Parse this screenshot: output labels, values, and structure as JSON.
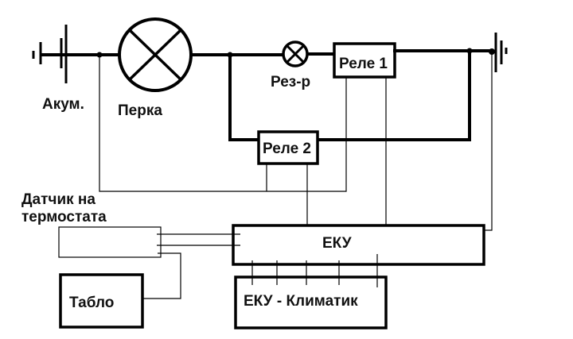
{
  "title": "Cooling fan control circuit",
  "labels": {
    "battery": "Акум.",
    "fan": "Перка",
    "resistor": "Рез-р",
    "relay1": "Реле 1",
    "relay2": "Реле 2",
    "sensor": "Датчик на",
    "sensor_line2": "термостата",
    "ecu": "ЕКУ",
    "ecu_climate": "ЕКУ - Климатик",
    "dashboard": "Табло"
  },
  "colors": {
    "line": "#000000",
    "background": "#ffffff"
  }
}
